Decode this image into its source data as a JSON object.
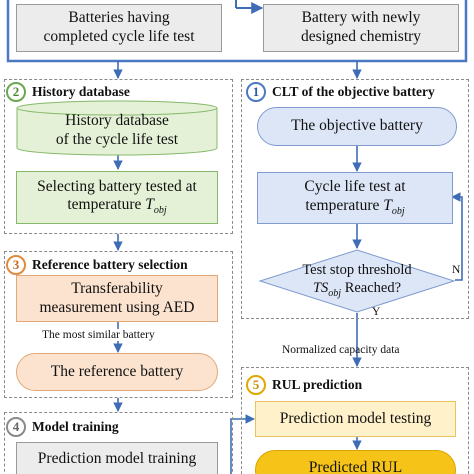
{
  "top": {
    "completed": [
      "Batteries having",
      "completed cycle life test"
    ],
    "newly": [
      "Battery with newly",
      "designed chemistry"
    ]
  },
  "history": {
    "number": "2",
    "title": "History database",
    "db": [
      "History database",
      "of the cycle life test"
    ],
    "select": "Selecting battery tested at",
    "select_temp": "temperature",
    "t_sym": "T",
    "t_sub": "obj"
  },
  "clt": {
    "number": "1",
    "title": "CLT of the objective battery",
    "objective": "The objective battery",
    "cycle": "Cycle life test at",
    "cycle_temp": "temperature",
    "t_sym": "T",
    "t_sub": "obj",
    "decision_1": "Test stop threshold",
    "ts_sym": "TS",
    "ts_sub": "obj",
    "reached": "Reached?",
    "yes": "Y",
    "no": "N"
  },
  "reference": {
    "number": "3",
    "title": "Reference battery selection",
    "transfer": [
      "Transferability",
      "measurement using AED"
    ],
    "similar_label": "The most similar battery",
    "ref": "The reference battery"
  },
  "normalized_label": "Normalized capacity data",
  "rul": {
    "number": "5",
    "title": "RUL prediction",
    "testing": "Prediction model testing",
    "predicted": "Predicted RUL"
  },
  "training": {
    "number": "4",
    "title": "Model training",
    "box": "Prediction model training"
  },
  "colors": {
    "border_blue": "#4a78c2",
    "arrow": "#3f6db5"
  }
}
